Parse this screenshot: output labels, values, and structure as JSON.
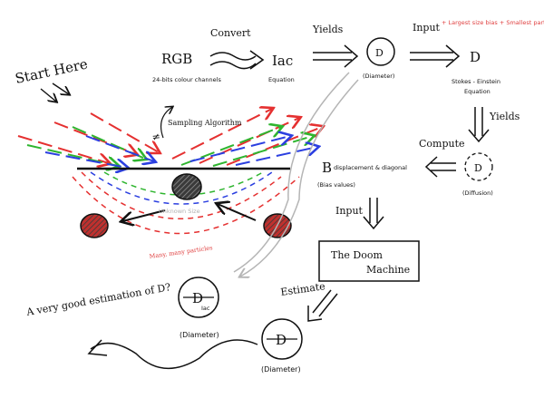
{
  "labels": {
    "start_here": "Start Here",
    "rgb": "RGB",
    "rgb_sub": "24-bits colour channels",
    "convert": "Convert",
    "iac": "Iac",
    "iac_sub": "Equation",
    "yields_top": "Yields",
    "diameter_top": "(Diameter)",
    "input_top": "Input",
    "input_note": "+ Largest size bias + Smallest particle bias variation",
    "d_symbol": "D",
    "stokes": "Stokes - Einstein",
    "stokes_sub": "Equation",
    "yields_right": "Yields",
    "compute": "Compute",
    "b_symbol": "B",
    "b_sub": "displacement & diagonal",
    "bias_values": "(Bias values)",
    "diffusion": "(Diffusion)",
    "input_mid": "Input",
    "doom_line1": "The Doom",
    "doom_line2": "Machine",
    "estimate": "Estimate",
    "neq": "≠",
    "sampling": "Sampling Algorithm",
    "unknown_size": "Unknown Size",
    "many_particles": "Many, many particles",
    "good_estimation": "A very good estimation of D?",
    "diameter_left": "(Diameter)",
    "diameter_bottom": "(Diameter)",
    "iac_small": "Iac",
    "d_small": "D"
  },
  "colors": {
    "ink": "#111111",
    "red": "#e53030",
    "green": "#2fb52f",
    "blue": "#2b3fe0",
    "grey": "#b5b5b5",
    "particle_dark": "#3a3a3a",
    "particle_red": "#c0302e"
  }
}
